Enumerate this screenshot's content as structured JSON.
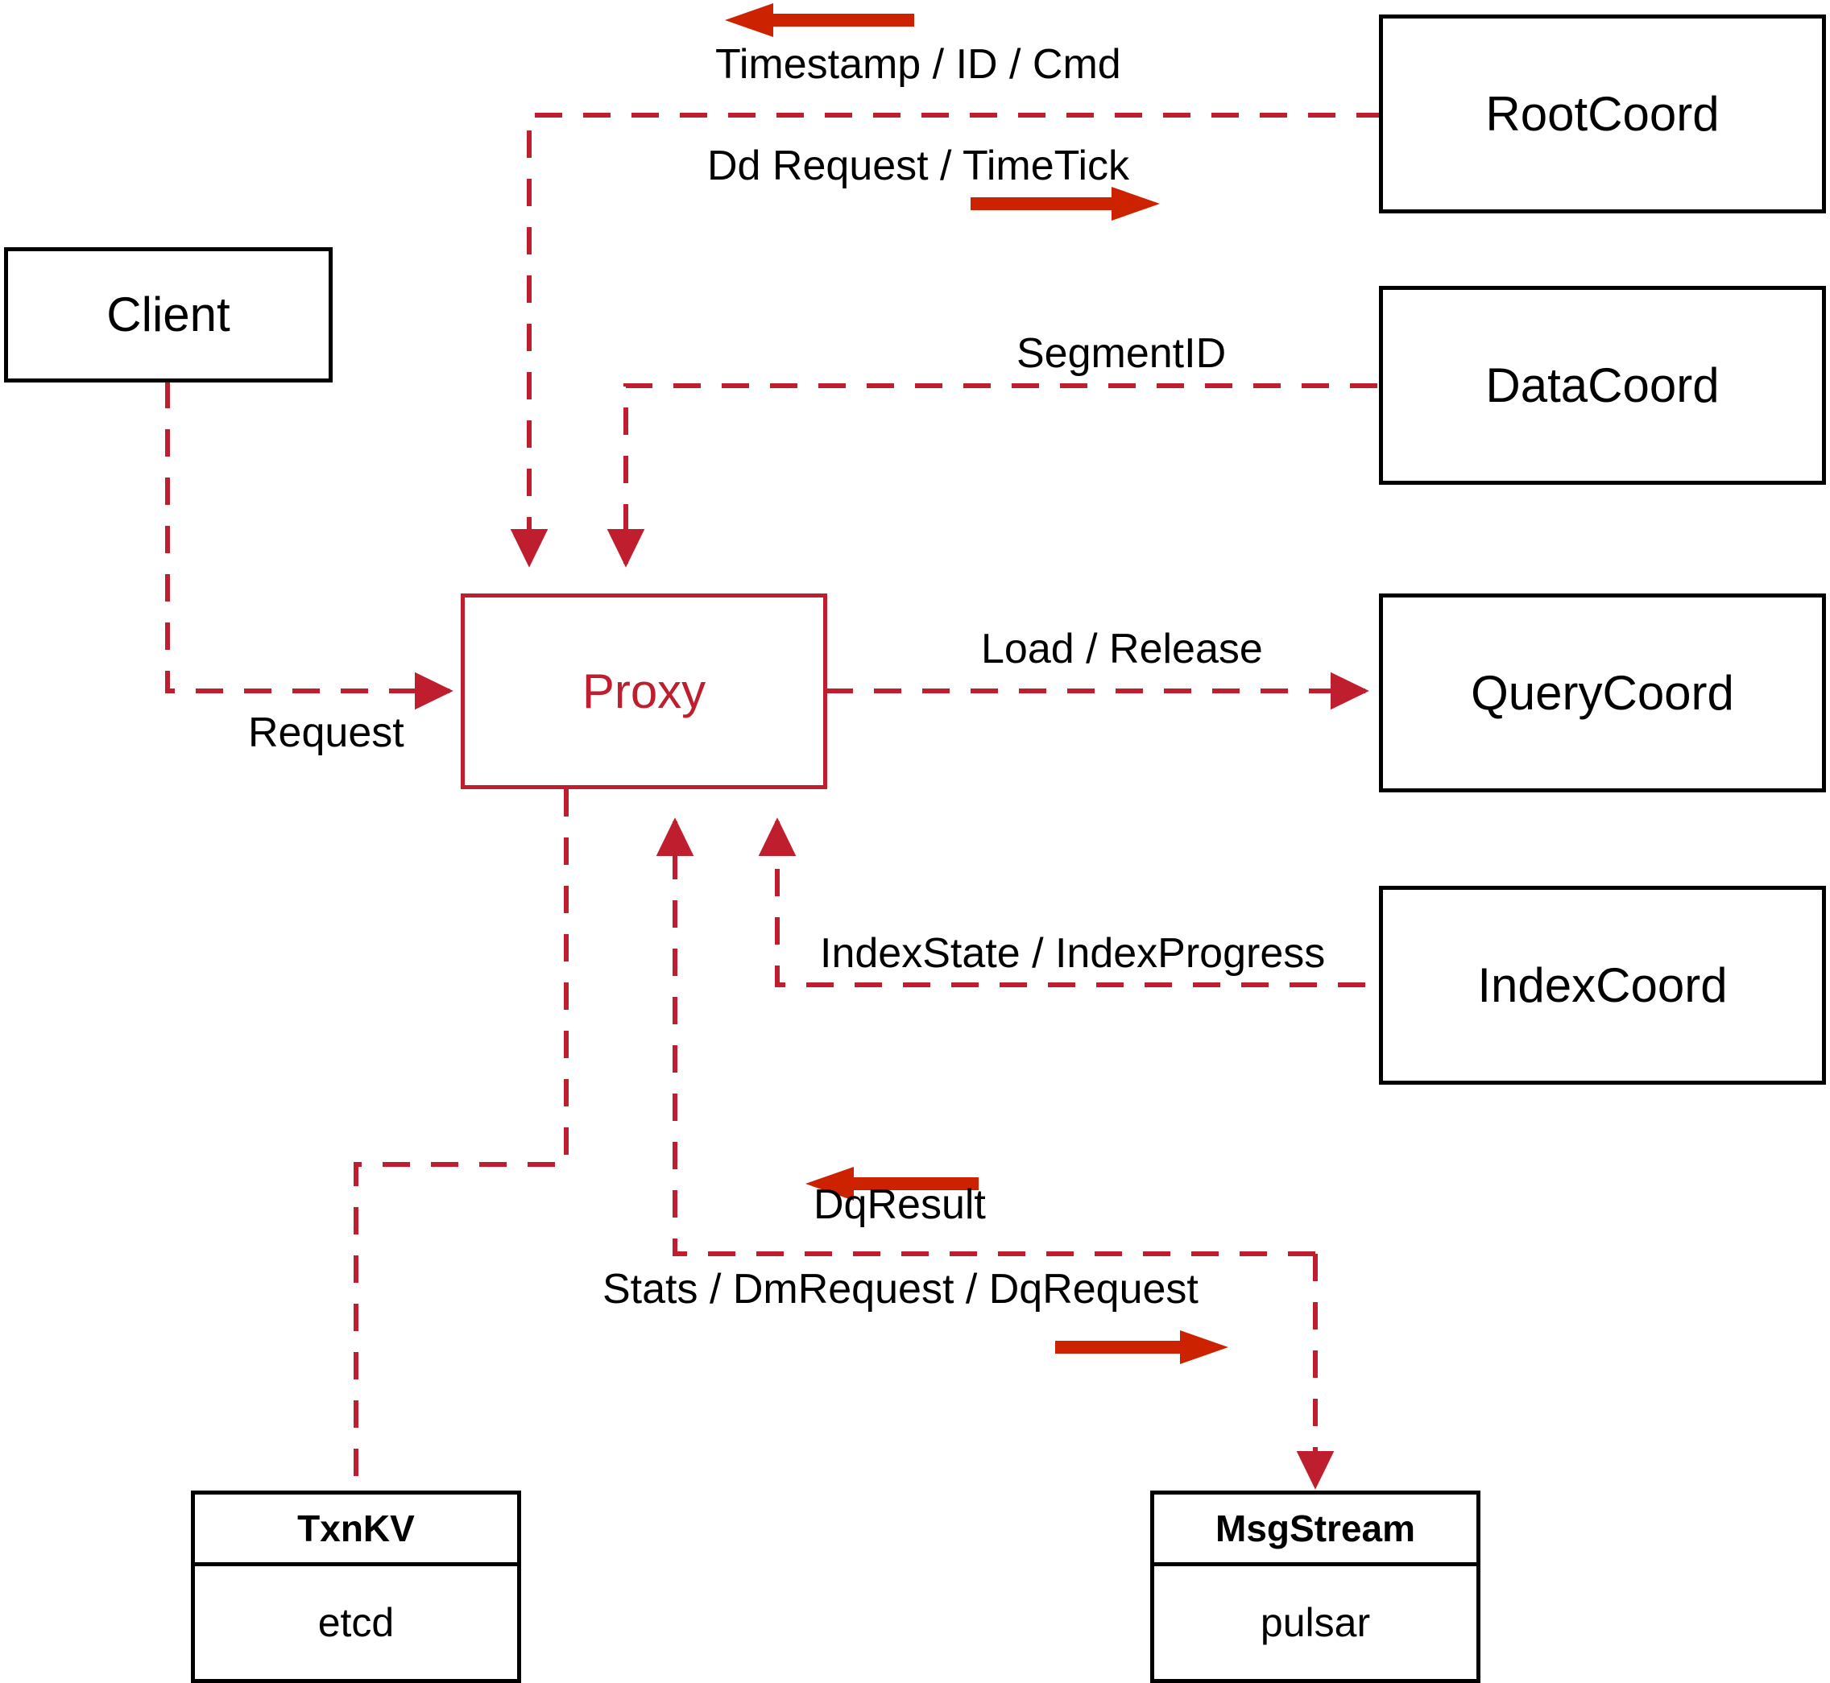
{
  "diagram": {
    "title": "Milvus Proxy interaction diagram",
    "accent_color": "#BE1E2D",
    "arrow_color": "#CC2200",
    "node_border_color": "#000000"
  },
  "nodes": {
    "client": {
      "label": "Client"
    },
    "proxy": {
      "label": "Proxy"
    },
    "root_coord": {
      "label": "RootCoord"
    },
    "data_coord": {
      "label": "DataCoord"
    },
    "query_coord": {
      "label": "QueryCoord"
    },
    "index_coord": {
      "label": "IndexCoord"
    }
  },
  "stores": {
    "txnkv": {
      "title": "TxnKV",
      "impl": "etcd"
    },
    "msgstream": {
      "title": "MsgStream",
      "impl": "pulsar"
    }
  },
  "edge_labels": {
    "timestamp_id_cmd": "Timestamp / ID / Cmd",
    "dd_request_timetick": "Dd Request / TimeTick",
    "segment_id": "SegmentID",
    "request": "Request",
    "load_release": "Load / Release",
    "index_state_progress": "IndexState / IndexProgress",
    "dq_result": "DqResult",
    "stats_dm_dq_request": "Stats / DmRequest / DqRequest"
  }
}
